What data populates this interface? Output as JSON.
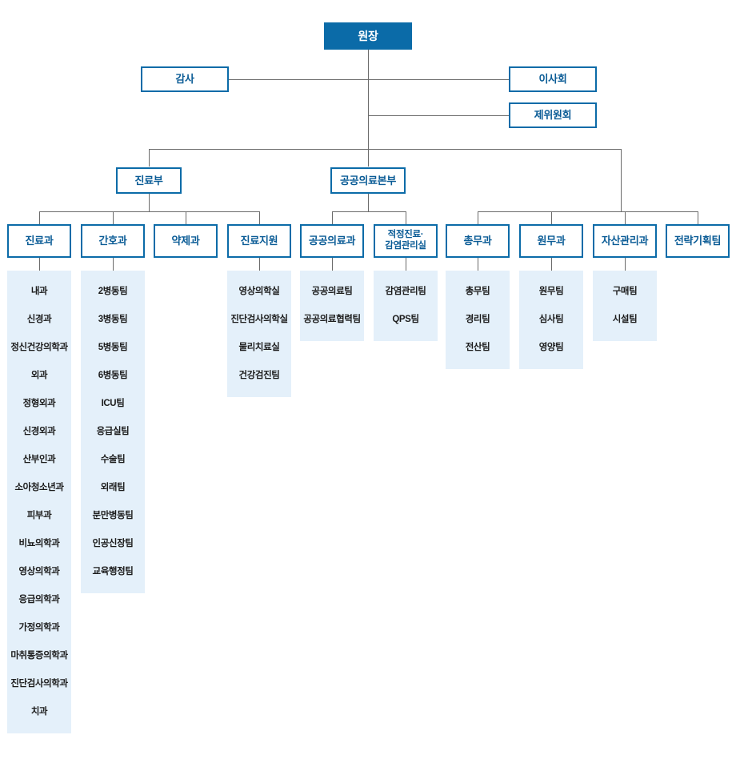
{
  "title": "병원 조직도",
  "colors": {
    "accent": "#0b6ba8",
    "accent_text": "#0b5c96",
    "panel_bg": "#e4f0fa",
    "line": "#6b6b6b",
    "filled_text": "#ffffff",
    "item_text": "#1b1b1b"
  },
  "root": {
    "label": "원장"
  },
  "staff": [
    {
      "label": "감사",
      "side": "left"
    },
    {
      "label": "이사회",
      "side": "right"
    },
    {
      "label": "제위원회",
      "side": "right"
    }
  ],
  "divisions": [
    {
      "label": "진료부"
    },
    {
      "label": "공공의료본부"
    }
  ],
  "departments": [
    {
      "label": "진료과",
      "lines": [
        "진료과"
      ],
      "items": [
        "내과",
        "신경과",
        "정신건강의학과",
        "외과",
        "정형외과",
        "신경외과",
        "산부인과",
        "소아청소년과",
        "피부과",
        "비뇨의학과",
        "영상의학과",
        "응급의학과",
        "가정의학과",
        "마취통증의학과",
        "진단검사의학과",
        "치과"
      ]
    },
    {
      "label": "간호과",
      "lines": [
        "간호과"
      ],
      "items": [
        "2병동팀",
        "3병동팀",
        "5병동팀",
        "6병동팀",
        "ICU팀",
        "응급실팀",
        "수술팀",
        "외래팀",
        "분만병동팀",
        "인공신장팀",
        "교육행정팀"
      ]
    },
    {
      "label": "약제과",
      "lines": [
        "약제과"
      ],
      "items": []
    },
    {
      "label": "진료지원",
      "lines": [
        "진료지원"
      ],
      "items": [
        "영상의학실",
        "진단검사의학실",
        "물리치료실",
        "건강검진팀"
      ]
    },
    {
      "label": "공공의료과",
      "lines": [
        "공공의료과"
      ],
      "items": [
        "공공의료팀",
        "공공의료협력팀"
      ]
    },
    {
      "label": "적정진료·감염관리실",
      "lines": [
        "적정진료·",
        "감염관리실"
      ],
      "items": [
        "감염관리팀",
        "QPS팀"
      ]
    },
    {
      "label": "총무과",
      "lines": [
        "총무과"
      ],
      "items": [
        "총무팀",
        "경리팀",
        "전산팀"
      ]
    },
    {
      "label": "원무과",
      "lines": [
        "원무과"
      ],
      "items": [
        "원무팀",
        "심사팀",
        "영양팀"
      ]
    },
    {
      "label": "자산관리과",
      "lines": [
        "자산관리과"
      ],
      "items": [
        "구매팀",
        "시설팀"
      ]
    },
    {
      "label": "전략기획팀",
      "lines": [
        "전략기획팀"
      ],
      "items": []
    }
  ]
}
